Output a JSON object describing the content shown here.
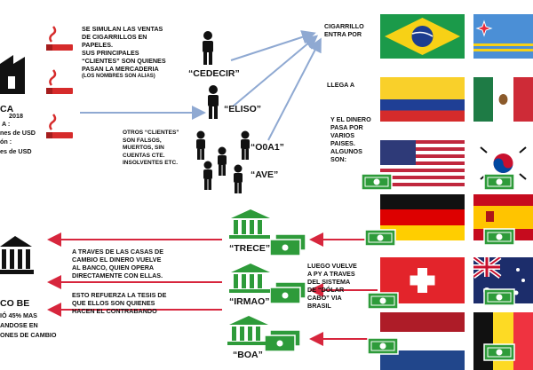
{
  "left_panel": {
    "heading_fragment": "CA",
    "year": "2018",
    "line1": "A :",
    "line2": "nes de USD",
    "line3": "ón :",
    "line4": "es de USD"
  },
  "intro_text": [
    "SE SIMULAN LAS VENTAS",
    "DE CIGARRILLOS EN",
    "PAPELES.",
    "SUS PRINCIPALES",
    "“CLIENTES” SON QUIENES",
    "PASAN LA MERCADERIA"
  ],
  "intro_note": "(LOS NOMBRES SON ALIAS)",
  "clients": {
    "cedecir": "“CEDECIR”",
    "eliso": "“ELISO”",
    "o0a1": "“O0A1”",
    "ave": "“AVE”"
  },
  "others_text": [
    "OTROS “CLIENTES”",
    "SON FALSOS,",
    "MUERTOS, SIN",
    "CUENTAS CTE.",
    "INSOLVENTES ETC."
  ],
  "right_text": {
    "entry": [
      "CIGARRILLO",
      "ENTRA POR"
    ],
    "arrives": "LLEGA A",
    "money": [
      "Y EL DINERO",
      "PASA POR",
      "VARIOS",
      "PAISES.",
      "ALGUNOS",
      "SON:"
    ],
    "returns": [
      "LUEGO VUELVE",
      "A PY A TRAVES",
      "DEL SISTEMA",
      "DE “DÓLAR",
      "CABO” VIA",
      "BRASIL"
    ]
  },
  "exchange_houses": {
    "trece": "“TRECE”",
    "irmao": "“IRMAO”",
    "boa": "“BOA”"
  },
  "bank_text": [
    "A TRAVES DE LAS CASAS DE",
    "CAMBIO EL DINERO VUELVE",
    "AL BANCO, QUIEN OPERA",
    "DIRECTAMENTE CON ELLAS."
  ],
  "thesis_text": [
    "ESTO REFUERZA LA TESIS DE",
    "QUE ELLOS SON QUIENES",
    "HACEN EL CONTRABANDO"
  ],
  "bank_panel": {
    "title": "CO BE",
    "line1": "IÓ 45% MAS",
    "line2": "ANDOSE EN",
    "line3": "ONES DE CAMBIO"
  },
  "flags": [
    "brazil",
    "aruba",
    "colombia",
    "mexico",
    "usa",
    "south-korea",
    "germany",
    "spain",
    "switzerland",
    "australia",
    "netherlands",
    "belgium"
  ],
  "colors": {
    "arrow_blue": "#8fa9d2",
    "arrow_red": "#d7263d",
    "cigarette_red": "#d62b2b",
    "money_green": "#2e9b3a"
  }
}
